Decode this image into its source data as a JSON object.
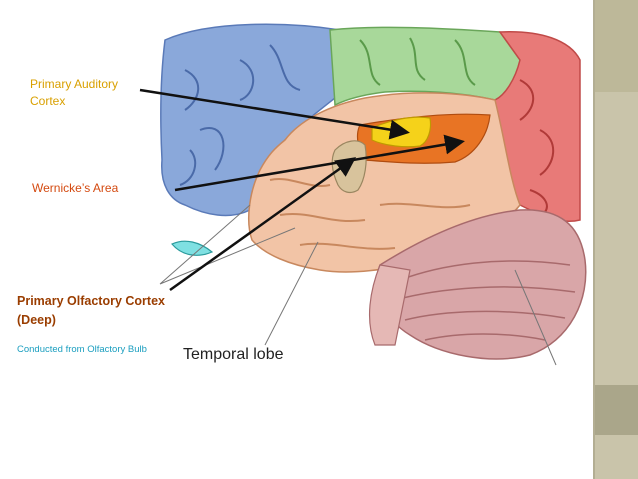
{
  "labels": {
    "auditory_line1": "Primary Auditory",
    "auditory_line2": "Cortex",
    "wernicke": "Wernicke’s Area",
    "olfactory_line1": "Primary Olfactory Cortex",
    "olfactory_line2": "(Deep)",
    "olfactory_note": "Conducted from Olfactory Bulb",
    "temporal_lobe": "Temporal lobe"
  },
  "colors": {
    "auditory_text": "#d9a000",
    "wernicke_text": "#d44a10",
    "olfactory_text": "#9a3d00",
    "note_text": "#1a9ebf",
    "auditory_region": "#f5d21a",
    "wernicke_region": "#e87424",
    "olfactory_region": "#d8c39c",
    "frontal_lobe": "#8aa8da",
    "parietal_lobe": "#a8d89a",
    "occipital_lobe": "#e87a78",
    "temporal_lobe": "#f2c4a6",
    "cerebellum": "#d9a6a8"
  }
}
